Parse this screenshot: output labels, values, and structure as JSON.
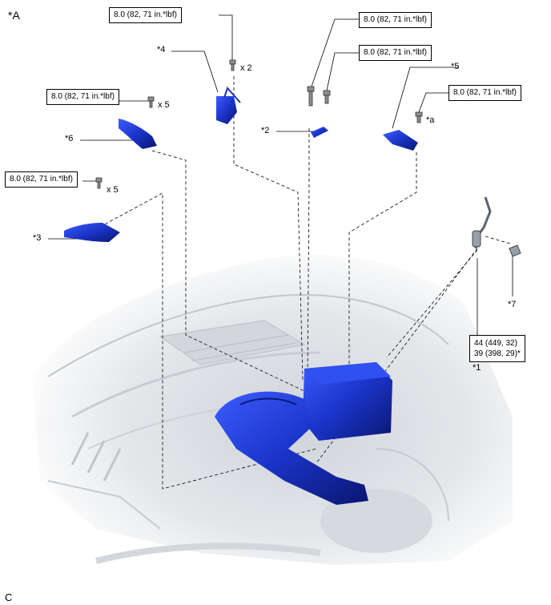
{
  "figure_label": "*A",
  "corner_mark": "C",
  "torque": {
    "t1": "8.0 (82, 71 in.*lbf)",
    "t2": "8.0 (82, 71 in.*lbf)",
    "t3": "8.0 (82, 71 in.*lbf)",
    "t4": "8.0 (82, 71 in.*lbf)",
    "t5": "8.0 (82, 71 in.*lbf)",
    "t6": "8.0 (82, 71 in.*lbf)",
    "sensor_line1": "44 (449, 32)",
    "sensor_line2": "39 (398, 29)*"
  },
  "counts": {
    "c4": "x 2",
    "c6": "x 5",
    "c3": "x 5"
  },
  "callouts": {
    "p1": "*1",
    "p2": "*2",
    "p3": "*3",
    "p4": "*4",
    "p5": "*5",
    "p6": "*6",
    "p7": "*7",
    "pa": "*a"
  },
  "colors": {
    "part_blue": "#1f3fd6",
    "part_dark": "#0a1a7a",
    "engine_gray": "#d9dde2"
  }
}
